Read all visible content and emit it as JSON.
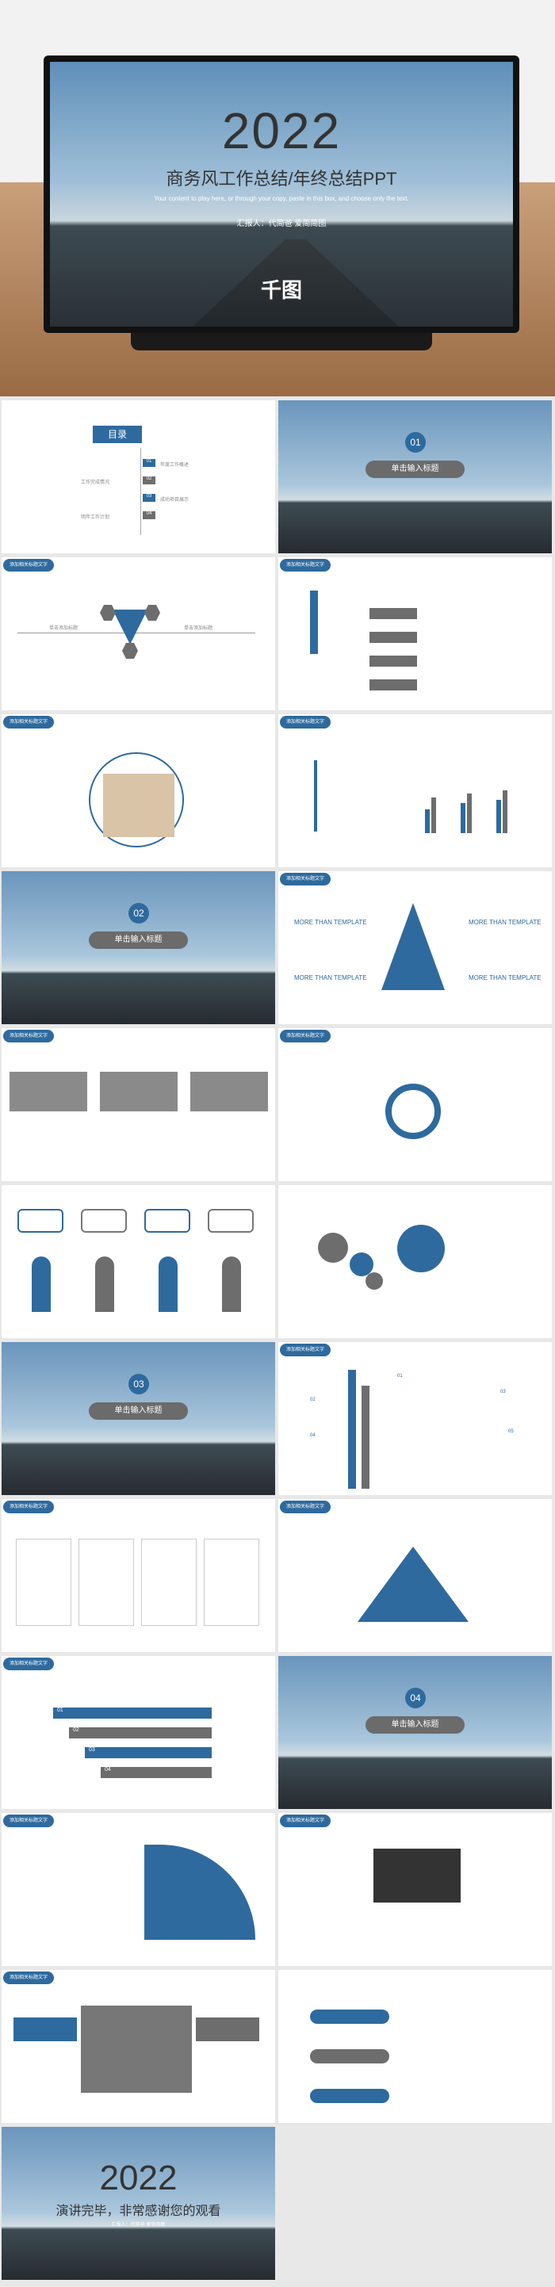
{
  "hero": {
    "year": "2022",
    "title": "商务风工作总结/年终总结PPT",
    "subtitle": "Your content to play here, or through your copy, paste in this box, and choose only the text.",
    "reporter": "汇报人：代简爸 爱简简图",
    "logo": "千图"
  },
  "common": {
    "tag": "添加相关标题文字",
    "subtitle_pill": "单击输入标题",
    "more_template": "MORE THAN TEMPLATE",
    "sample_text": "单击添加标题"
  },
  "toc": {
    "title": "目录",
    "items": [
      {
        "num": "01",
        "label": "年度工作概述"
      },
      {
        "num": "02",
        "label": "工作完成情况"
      },
      {
        "num": "03",
        "label": "成功项目展示"
      },
      {
        "num": "04",
        "label": "明年工作计划"
      }
    ]
  },
  "sections": [
    "01",
    "02",
    "03",
    "04"
  ],
  "steps": [
    "01",
    "02",
    "03",
    "04"
  ],
  "arrows": [
    "01",
    "02",
    "03",
    "04",
    "05"
  ],
  "ending": {
    "year": "2022",
    "thanks": "演讲完毕，非常感谢您的观看",
    "reporter": "汇报人：代简爸 爱简简图"
  },
  "colors": {
    "accent": "#2e6a9e",
    "gray": "#6d6d6d",
    "background": "#e8e8e8"
  }
}
